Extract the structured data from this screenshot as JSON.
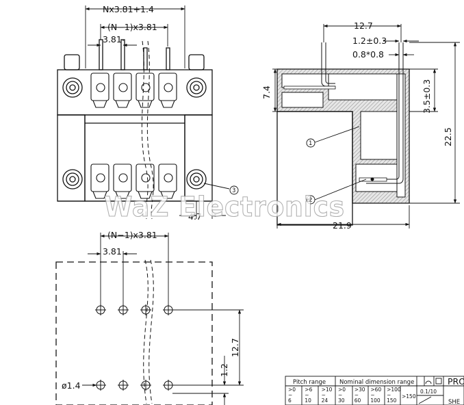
{
  "dimensions": {
    "top_width": "Nx3.81+1.4",
    "pitch_total_top": "(N−1)x3.81",
    "pitch_top": "3.81",
    "offset_47": "4.7",
    "side_127": "12.7",
    "side_12": "1.2±0.3",
    "side_08": "0.8*0.8",
    "side_74": "7.4",
    "side_35": "3.5±0.3",
    "side_225": "22.5",
    "side_219": "21.9",
    "pcb_pitch_total": "(N−1)x3.81",
    "pcb_pitch": "3.81",
    "pcb_127": "12.7",
    "pcb_12": "1.2",
    "hole_dia": "ø1.4"
  },
  "callouts": {
    "c1": "1",
    "c2": "2",
    "c3": "3"
  },
  "watermark": "WaZ Electronics",
  "tolerance_table": {
    "h_pitch": "Pitch range",
    "h_nominal": "Nominal dimension range",
    "h_pro": "PRO",
    "pitch_cols": [
      ">0\n~\n6",
      ">6\n~\n10",
      ">10\n~\n24"
    ],
    "nominal_cols": [
      ">0\n~\n30",
      ">30\n~\n60",
      ">60\n~\n100",
      ">100\n~\n150"
    ],
    "gt150": ">150",
    "tol": "0.1/10",
    "she": "SHE"
  }
}
